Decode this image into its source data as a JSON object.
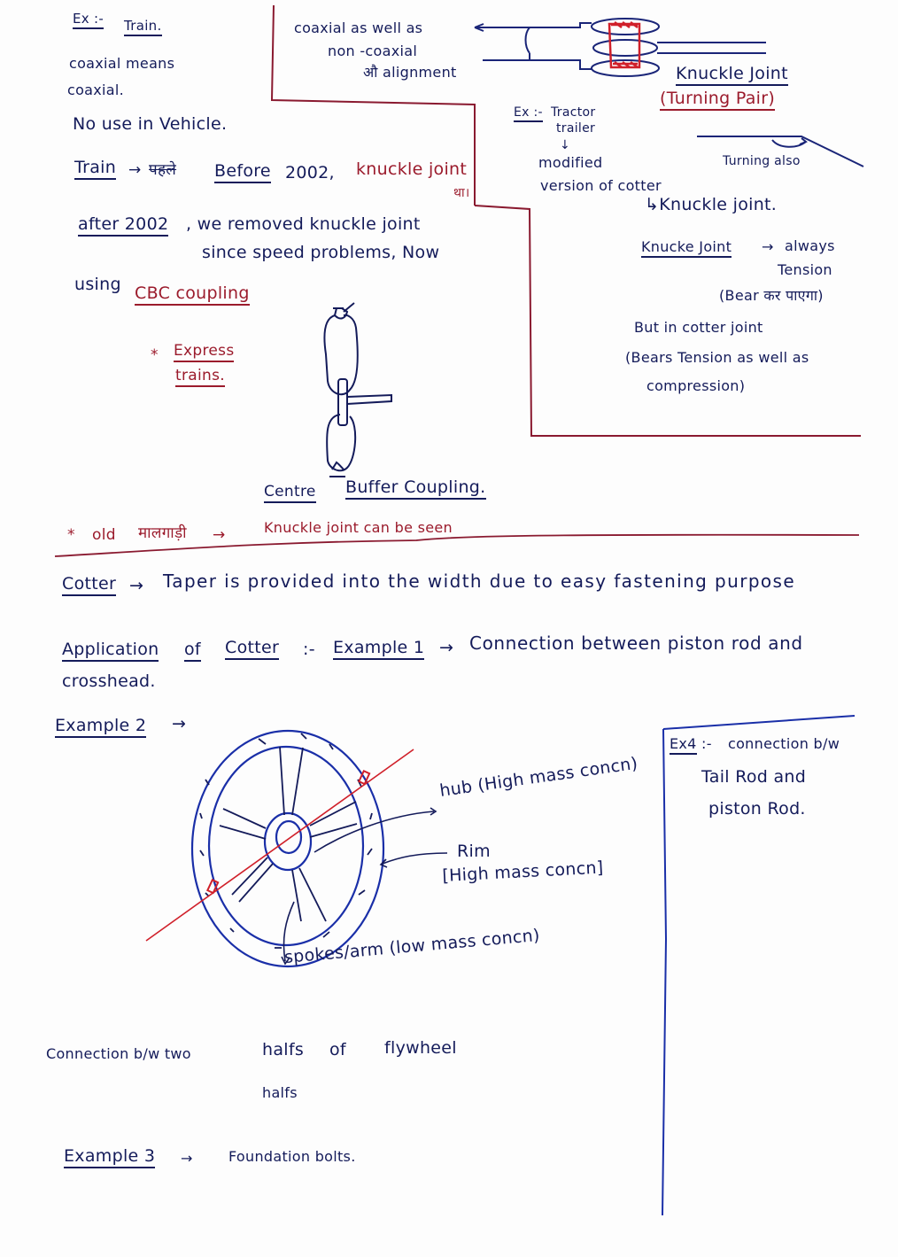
{
  "colors": {
    "ink_navy": "#141b5a",
    "ink_red": "#9b1b2c",
    "ink_bright_red": "#d0202a",
    "ink_blue": "#1a2fa8",
    "paper": "#fdfdfd"
  },
  "top_left": {
    "ex_label": "Ex :-",
    "ex_value": "Train.",
    "line1": "coaxial means",
    "line2": "coaxial.",
    "line3": "No use in Vehicle."
  },
  "box_note": {
    "line1": "coaxial as well as",
    "line2": "non -coaxial",
    "line3": "औ alignment"
  },
  "knuckle_diagram": {
    "title": "Knuckle Joint",
    "subtitle": "(Turning Pair)",
    "turning_note": "Turning also"
  },
  "tractor_note": {
    "ex_label": "Ex :-",
    "line1": "Tractor",
    "line2": "trailer",
    "arrow": "↓",
    "line3": "modified",
    "line4": "version of cotter",
    "line5": "↳Knuckle joint."
  },
  "train_history": {
    "train_label": "Train",
    "arrow": "→",
    "hindi_struck": "पहले",
    "before": "Before",
    "year1": "2002,",
    "knuckle": "knuckle joint",
    "hindi_tha": "था।",
    "after": "after 2002",
    "line2a": ", we removed knuckle joint",
    "line2b": "since speed problems, Now",
    "using": "using",
    "cbc": "CBC coupling"
  },
  "express": {
    "star": "*",
    "line1": "Express",
    "line2": "trains."
  },
  "tension_note": {
    "line1_label": "Knucke Joint",
    "line1_arrow": "→",
    "line1_rest": "always",
    "line2": "Tension",
    "line3": "(Bear कर पाएगा)",
    "line4": "But in cotter joint",
    "line5": "(Bears Tension as well as",
    "line6": "compression)"
  },
  "coupling": {
    "centre": "Centre",
    "buffer_coupling": "Buffer Coupling."
  },
  "old_goods": {
    "star": "*",
    "old": "old",
    "hindi": "मालगाड़ी",
    "arrow": "→",
    "text": "Knuckle joint can be seen"
  },
  "cotter_line": {
    "label": "Cotter",
    "arrow": "→",
    "text": "Taper is provided into the width due to easy fastening purpose"
  },
  "application": {
    "label1": "Application",
    "label2": "of",
    "label3": "Cotter",
    "sep": ":-",
    "ex1_label": "Example 1",
    "ex1_arrow": "→",
    "ex1_text": "Connection between piston rod and",
    "ex1_text2": "crosshead."
  },
  "example2": {
    "label": "Example 2",
    "arrow": "→",
    "hub": "hub (High mass concn)",
    "rim": "Rim",
    "rim_note": "[High mass concn]",
    "spokes": "spokes/arm (low mass concn)",
    "caption1": "Connection b/w two",
    "caption_halfs": "halfs",
    "caption2": "of",
    "caption3": "flywheel",
    "caption_under": "halfs"
  },
  "example4": {
    "label": "Ex4",
    "sep": ":-",
    "line1": "connection b/w",
    "line2": "Tail Rod and",
    "line3": "piston Rod."
  },
  "example3": {
    "label": "Example 3",
    "arrow": "→",
    "text": "Foundation bolts."
  }
}
